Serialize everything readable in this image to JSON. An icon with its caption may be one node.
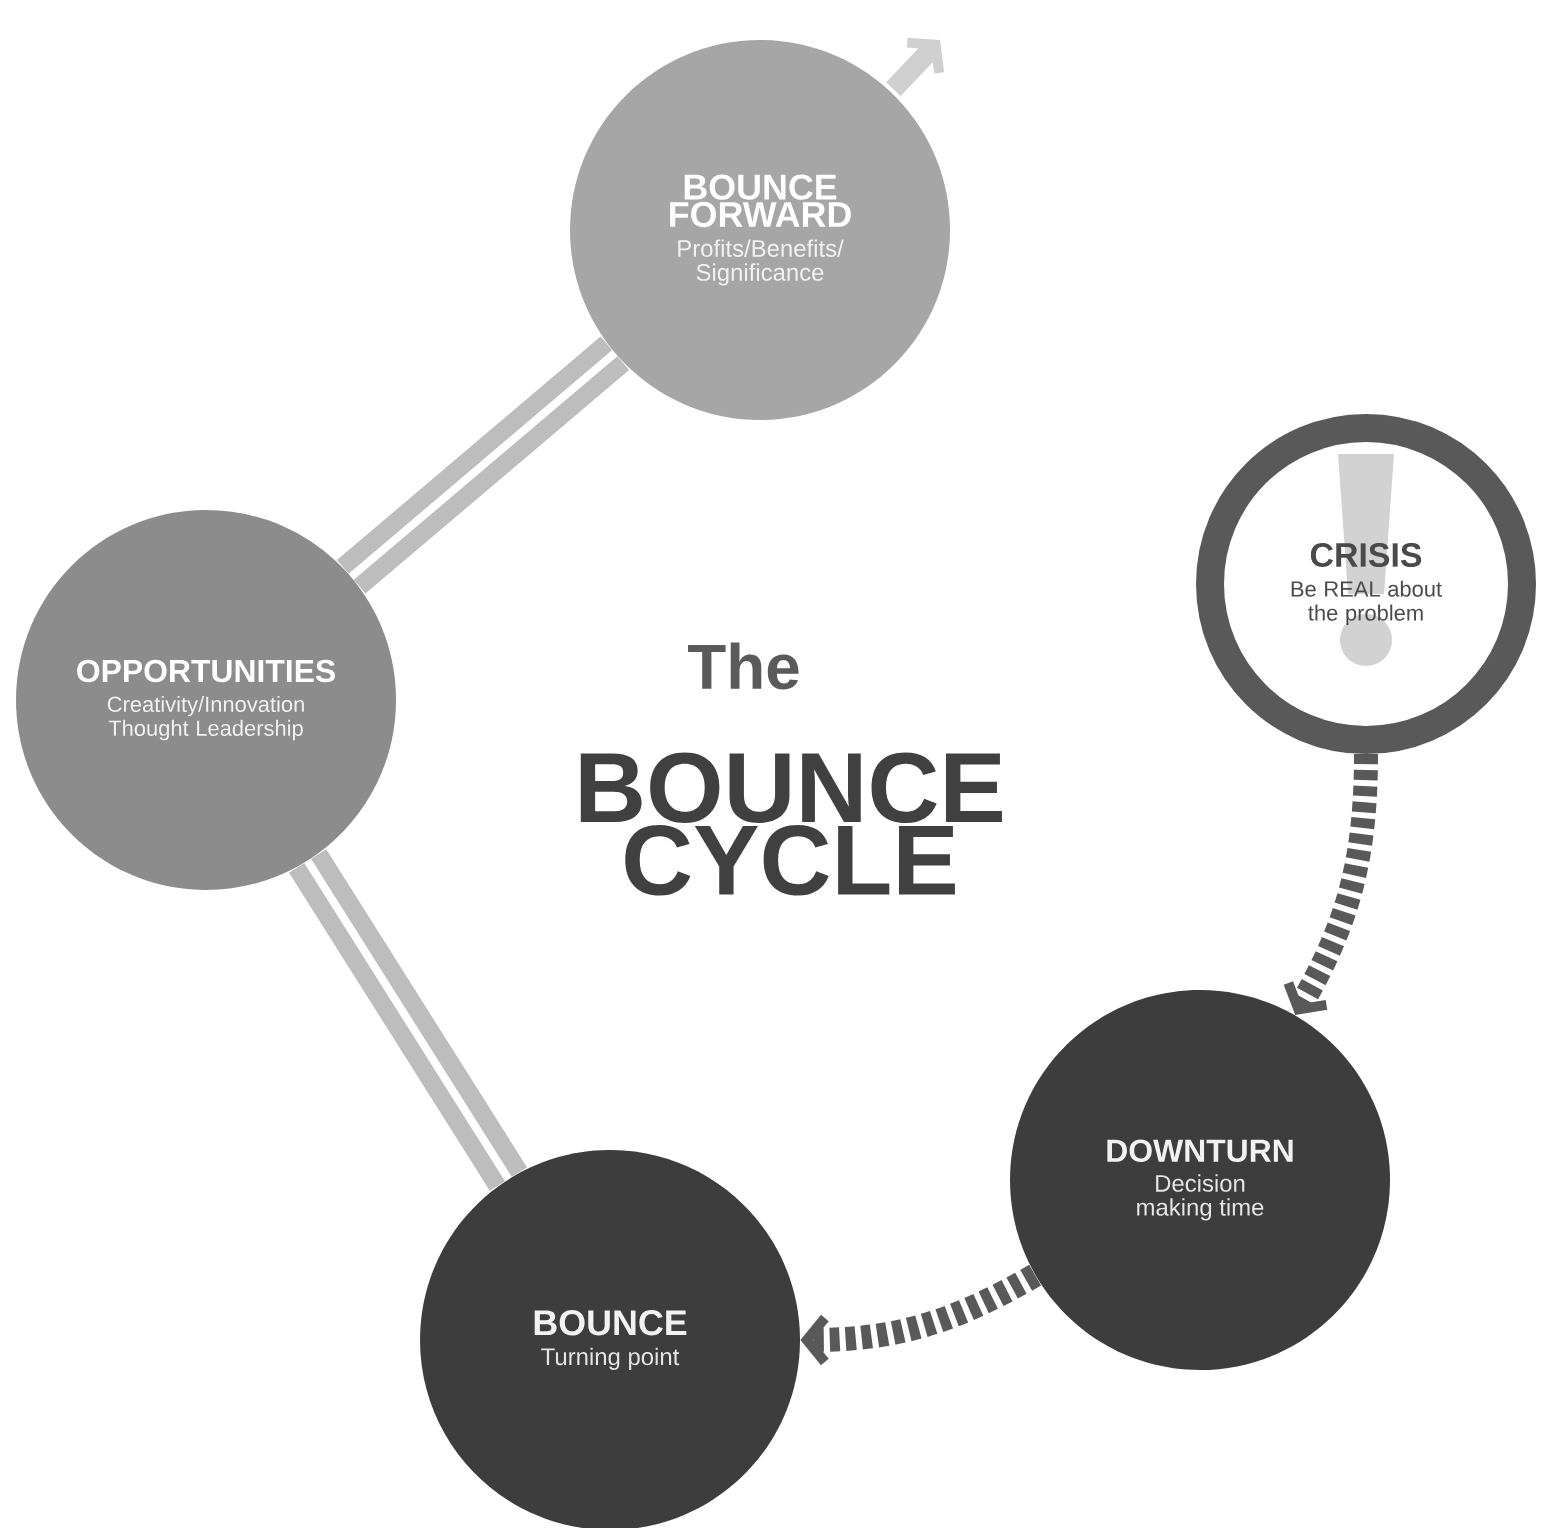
{
  "diagram": {
    "nodes": [
      {
        "text": [
          "BOUNCE FORWARD",
          "Profits/Benefits/ Significance"
        ]
      },
      {
        "text": [
          "CRISIS",
          "Be REAL about the problem"
        ]
      },
      {
        "text": [
          "DOWNTURN",
          "Decision making time"
        ]
      },
      {
        "text": [
          "BOUNCE",
          "Turning point"
        ]
      },
      {
        "text": [
          "OPPORTUNITIES",
          "Creativity/Innovation Thought Leadership"
        ]
      }
    ],
    "edges": [
      {
        "from": 1,
        "to": 2,
        "arrow": "to",
        "style": "dashed"
      },
      {
        "from": 2,
        "to": 3,
        "arrow": "to",
        "style": "dashed"
      },
      {
        "from": 3,
        "to": 4,
        "arrow": "none",
        "style": "thick",
        "color": "#bdbdbd"
      },
      {
        "from": 4,
        "to": 0,
        "arrow": "none",
        "style": "thick",
        "color": "#bdbdbd"
      },
      {
        "from": 0,
        "to": null,
        "arrow": "to",
        "color": "#cfcfcf"
      }
    ],
    "labels": [
      "The",
      "BOUNCE CYCLE"
    ]
  }
}
